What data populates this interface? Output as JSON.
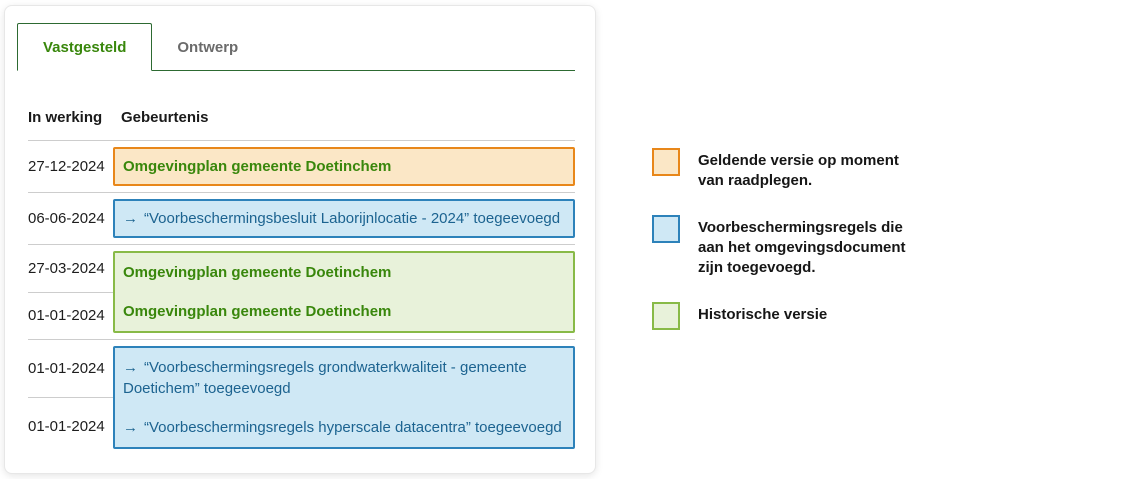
{
  "tabs": [
    {
      "label": "Vastgesteld",
      "active": true
    },
    {
      "label": "Ontwerp",
      "active": false
    }
  ],
  "table": {
    "headers": {
      "in_werking": "In werking",
      "gebeurtenis": "Gebeurtenis"
    },
    "rows": [
      {
        "date": "27-12-2024",
        "type": "geldend",
        "text": "Omgevingplan gemeente Doetinchem"
      },
      {
        "date": "06-06-2024",
        "type": "voorbescherming",
        "arrow": "→",
        "text": "“Voorbeschermingsbesluit Laborijnlocatie - 2024” toegeevoegd"
      },
      {
        "date": "27-03-2024",
        "type": "historisch",
        "text": "Omgevingplan gemeente Doetinchem"
      },
      {
        "date": "01-01-2024",
        "type": "historisch",
        "text": "Omgevingplan gemeente Doetinchem"
      },
      {
        "date": "01-01-2024",
        "type": "voorbescherming",
        "arrow": "→",
        "text": "“Voorbeschermingsregels grondwaterkwaliteit - gemeente Doetichem” toegeevoegd"
      },
      {
        "date": "01-01-2024",
        "type": "voorbescherming",
        "arrow": "→",
        "text": "“Voorbeschermingsregels hyperscale datacentra” toegeevoegd"
      }
    ]
  },
  "legend": {
    "items": [
      {
        "key": "geldend",
        "label": "Geldende versie op moment van raadplegen."
      },
      {
        "key": "voorbescherming",
        "label": "Voorbeschermingsregels die aan het omgevingsdocument zijn toegevoegd."
      },
      {
        "key": "historisch",
        "label": "Historische versie"
      }
    ]
  },
  "colors": {
    "accent_green": "#39870c",
    "geldend_border": "#e8871a",
    "geldend_fill": "#fbe7c6",
    "voorbescherming_border": "#2d82ba",
    "voorbescherming_fill": "#cfe8f5",
    "voorbescherming_text": "#1c6390",
    "historisch_border": "#88ba47",
    "historisch_fill": "#e8f2da"
  }
}
